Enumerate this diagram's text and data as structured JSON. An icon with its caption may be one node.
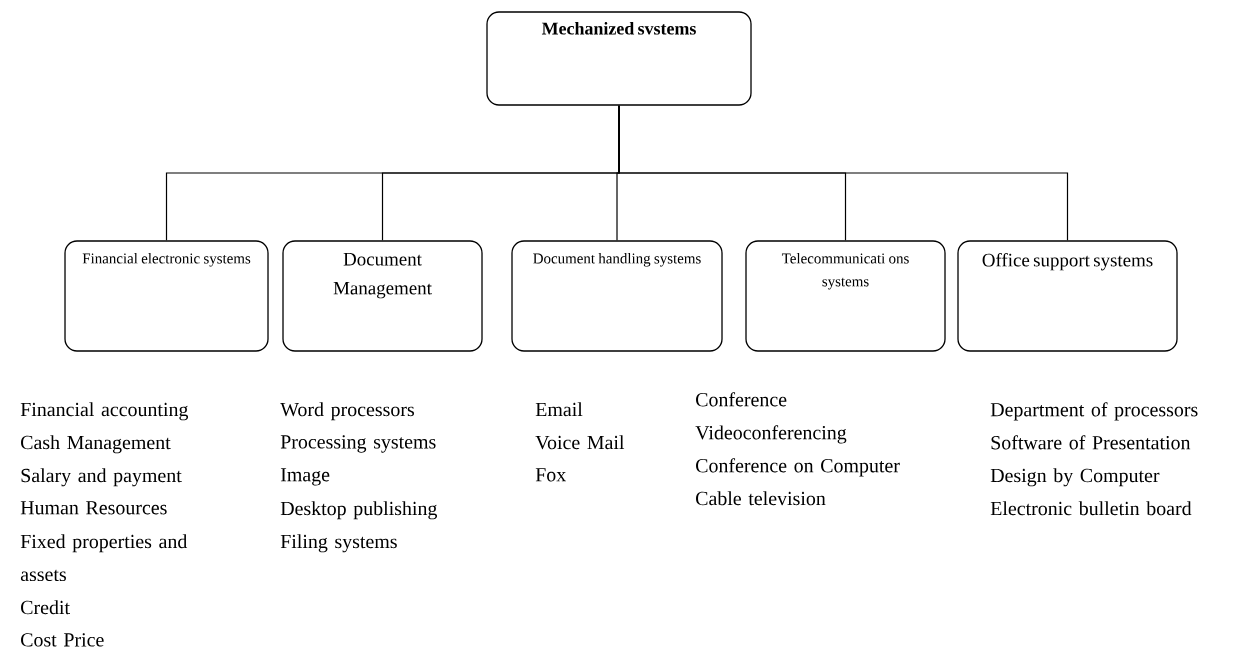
{
  "diagram": {
    "nodes": [
      {
        "text": [
          "Mechanized svstems"
        ]
      },
      {
        "text": [
          "Financial electronic systems"
        ],
        "beside": [
          "Financial accounting",
          "Cash Management",
          "Salary and payment",
          "Human Resources",
          "Fixed properties and assets",
          "Credit",
          "Cost Price"
        ]
      },
      {
        "text": [
          "Document Management"
        ],
        "beside": [
          "Word processors",
          "Processing systems",
          "Image",
          "Desktop publishing",
          "Filing systems"
        ]
      },
      {
        "text": [
          "Document handling systems"
        ],
        "beside": [
          "Email",
          "Voice Mail",
          "Fox"
        ]
      },
      {
        "text": [
          "Telecommunicati ons systems"
        ],
        "beside": [
          "Conference",
          "Videoconferencing",
          "Conference on Computer",
          "Cable television"
        ]
      },
      {
        "text": [
          "Office support systems"
        ],
        "beside": [
          "Department of processors",
          "Software of Presentation",
          "Design by Computer",
          "Electronic bulletin board"
        ]
      }
    ],
    "edges": [
      {
        "from": 0,
        "to": 1,
        "arrow": "none"
      },
      {
        "from": 0,
        "to": 2,
        "arrow": "none"
      },
      {
        "from": 0,
        "to": 3,
        "arrow": "none"
      },
      {
        "from": 0,
        "to": 4,
        "arrow": "none"
      },
      {
        "from": 0,
        "to": 5,
        "arrow": "none"
      }
    ]
  }
}
